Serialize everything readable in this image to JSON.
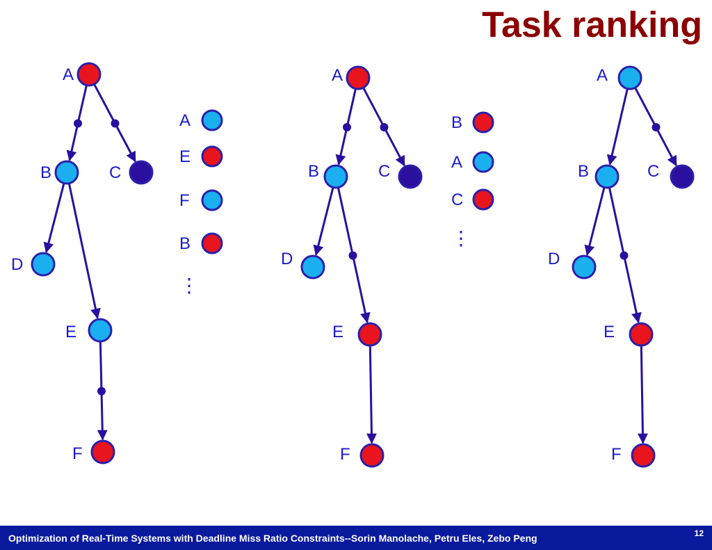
{
  "title": "Task ranking",
  "colors": {
    "title": "#8b0000",
    "ready_node": "#1ab0f0",
    "critical_node": "#e8141e",
    "finished_node": "#2b0f9e",
    "node_border": "#2b1faa",
    "edge": "#2b0f9e",
    "label": "#1a1ac8",
    "footer_bg": "#0a1a9c"
  },
  "diagrams": [
    {
      "id": "graph-1",
      "nodes": [
        {
          "label": "A",
          "state": "critical"
        },
        {
          "label": "B",
          "state": "ready"
        },
        {
          "label": "C",
          "state": "finished"
        },
        {
          "label": "D",
          "state": "ready"
        },
        {
          "label": "E",
          "state": "ready"
        },
        {
          "label": "F",
          "state": "critical"
        }
      ],
      "edges": [
        {
          "from": "A",
          "to": "B",
          "token": true
        },
        {
          "from": "A",
          "to": "C",
          "token": true
        },
        {
          "from": "B",
          "to": "D",
          "token": false
        },
        {
          "from": "B",
          "to": "E",
          "token": false
        },
        {
          "from": "E",
          "to": "F",
          "token": true
        }
      ],
      "ranking": [
        {
          "label": "A",
          "state": "ready"
        },
        {
          "label": "E",
          "state": "critical"
        },
        {
          "label": "F",
          "state": "ready"
        },
        {
          "label": "B",
          "state": "critical"
        }
      ]
    },
    {
      "id": "graph-2",
      "nodes": [
        {
          "label": "A",
          "state": "critical"
        },
        {
          "label": "B",
          "state": "ready"
        },
        {
          "label": "C",
          "state": "finished"
        },
        {
          "label": "D",
          "state": "ready"
        },
        {
          "label": "E",
          "state": "critical"
        },
        {
          "label": "F",
          "state": "critical"
        }
      ],
      "edges": [
        {
          "from": "A",
          "to": "B",
          "token": true
        },
        {
          "from": "A",
          "to": "C",
          "token": true
        },
        {
          "from": "B",
          "to": "D",
          "token": false
        },
        {
          "from": "B",
          "to": "E",
          "token": true
        },
        {
          "from": "E",
          "to": "F",
          "token": false
        }
      ],
      "ranking": [
        {
          "label": "B",
          "state": "critical"
        },
        {
          "label": "A",
          "state": "ready"
        },
        {
          "label": "C",
          "state": "critical"
        }
      ]
    },
    {
      "id": "graph-3",
      "nodes": [
        {
          "label": "A",
          "state": "ready"
        },
        {
          "label": "B",
          "state": "ready"
        },
        {
          "label": "C",
          "state": "finished"
        },
        {
          "label": "D",
          "state": "ready"
        },
        {
          "label": "E",
          "state": "critical"
        },
        {
          "label": "F",
          "state": "critical"
        }
      ],
      "edges": [
        {
          "from": "A",
          "to": "B",
          "token": false
        },
        {
          "from": "A",
          "to": "C",
          "token": true
        },
        {
          "from": "B",
          "to": "D",
          "token": false
        },
        {
          "from": "B",
          "to": "E",
          "token": true
        },
        {
          "from": "E",
          "to": "F",
          "token": false
        }
      ],
      "ranking": []
    }
  ],
  "ellipsis": "⋮",
  "footer": {
    "text": "Optimization of Real-Time Systems with Deadline Miss Ratio Constraints--Sorin Manolache, Petru Eles, Zebo Peng",
    "page_number": "12"
  }
}
